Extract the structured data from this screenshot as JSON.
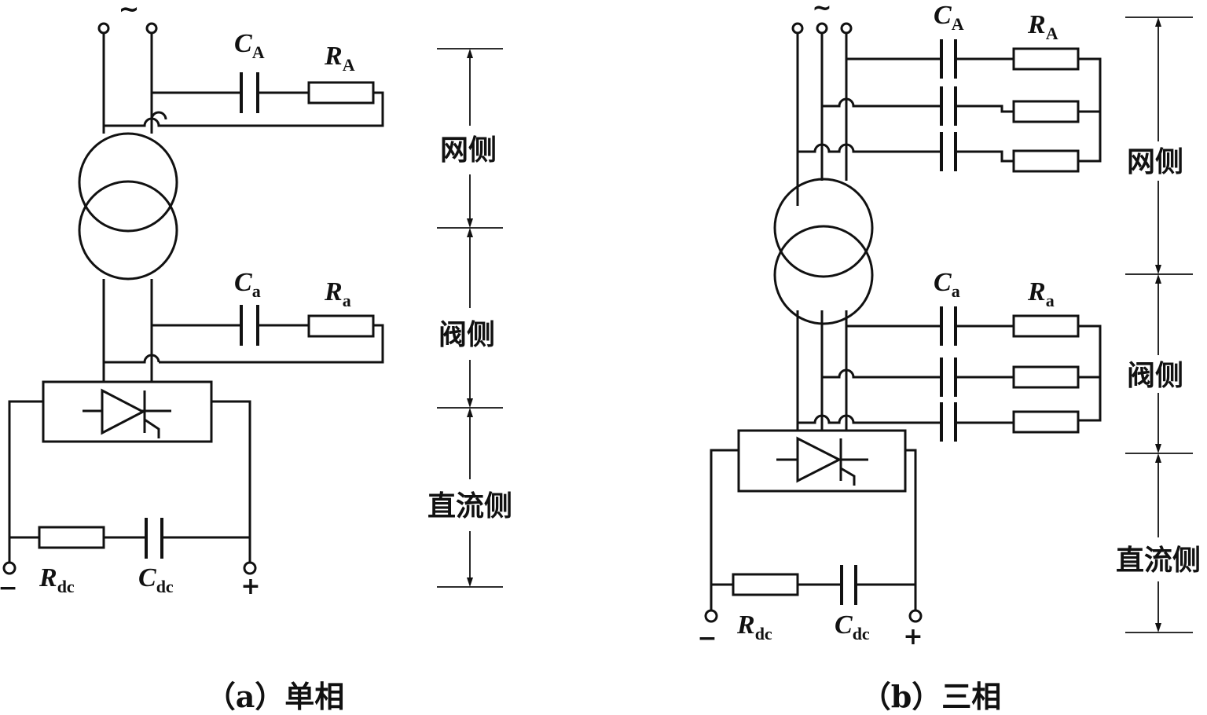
{
  "panel_a": {
    "ac_symbol": "~",
    "cap_grid": {
      "main": "C",
      "sub": "A"
    },
    "res_grid": {
      "main": "R",
      "sub": "A"
    },
    "cap_valve": {
      "main": "C",
      "sub": "a"
    },
    "res_valve": {
      "main": "R",
      "sub": "a"
    },
    "res_dc": {
      "main": "R",
      "sub": "dc"
    },
    "cap_dc": {
      "main": "C",
      "sub": "dc"
    },
    "minus": "−",
    "plus": "+",
    "section_grid": "网侧",
    "section_valve": "阀侧",
    "section_dc": "直流侧",
    "caption": "（a）单相"
  },
  "panel_b": {
    "ac_symbol": "~",
    "cap_grid": {
      "main": "C",
      "sub": "A"
    },
    "res_grid": {
      "main": "R",
      "sub": "A"
    },
    "cap_valve": {
      "main": "C",
      "sub": "a"
    },
    "res_valve": {
      "main": "R",
      "sub": "a"
    },
    "res_dc": {
      "main": "R",
      "sub": "dc"
    },
    "cap_dc": {
      "main": "C",
      "sub": "dc"
    },
    "minus": "−",
    "plus": "+",
    "section_grid": "网侧",
    "section_valve": "阀侧",
    "section_dc": "直流侧",
    "caption": "（b）三相"
  }
}
